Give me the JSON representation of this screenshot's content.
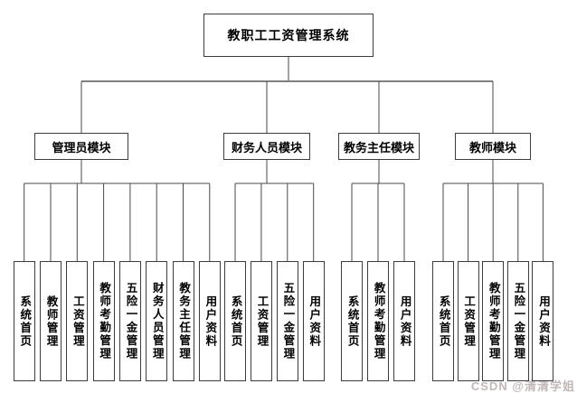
{
  "diagram": {
    "root": {
      "label": "教职工工资管理系统"
    },
    "modules": [
      {
        "label": "管理员模块",
        "children": [
          "系统首页",
          "教师管理",
          "工资管理",
          "教师考勤管理",
          "五险一金管理",
          "财务人员管理",
          "教务主任管理",
          "用户资料"
        ]
      },
      {
        "label": "财务人员模块",
        "children": [
          "系统首页",
          "工资管理",
          "五险一金管理",
          "用户资料"
        ]
      },
      {
        "label": "教务主任模块",
        "children": [
          "系统首页",
          "教师考勤管理",
          "用户资料"
        ]
      },
      {
        "label": "教师模块",
        "children": [
          "系统首页",
          "工资管理",
          "教师考勤管理",
          "五险一金管理",
          "用户资料"
        ]
      }
    ]
  },
  "watermark": "CSDN @清清学姐",
  "colors": {
    "background": "#ffffff",
    "rail": "#808080",
    "line": "#4a4a4a",
    "box_border": "#3c3c3c",
    "text": "#000000",
    "watermark": "#c2b7b7"
  }
}
